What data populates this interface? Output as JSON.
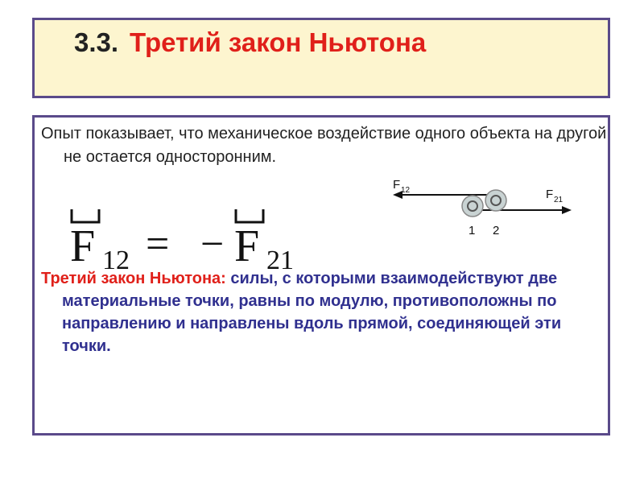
{
  "title": {
    "number": "3.3.",
    "text": "Третий закон Ньютона"
  },
  "intro": "Опыт показывает, что механическое воздействие одного объекта на другой не остается односторонним.",
  "formula": {
    "left_symbol": "F",
    "left_sub": "12",
    "equals": "=",
    "minus": "−",
    "right_symbol": "F",
    "right_sub": "21"
  },
  "law": {
    "head": "Третий закон Ньютона:",
    "text": " силы, с которыми взаимодействуют две материальные точки, равны по модулю, противоположны по направлению и направлены вдоль прямой, соединяющей эти точки."
  },
  "diagram": {
    "force_left": {
      "symbol": "F",
      "sub": "12"
    },
    "force_right": {
      "symbol": "F",
      "sub": "21"
    },
    "body_1": "1",
    "body_2": "2"
  },
  "colors": {
    "title_accent": "#e0201a",
    "law_text": "#30308f",
    "border": "#5a4a8a",
    "title_bg": "#fdf5cf"
  }
}
